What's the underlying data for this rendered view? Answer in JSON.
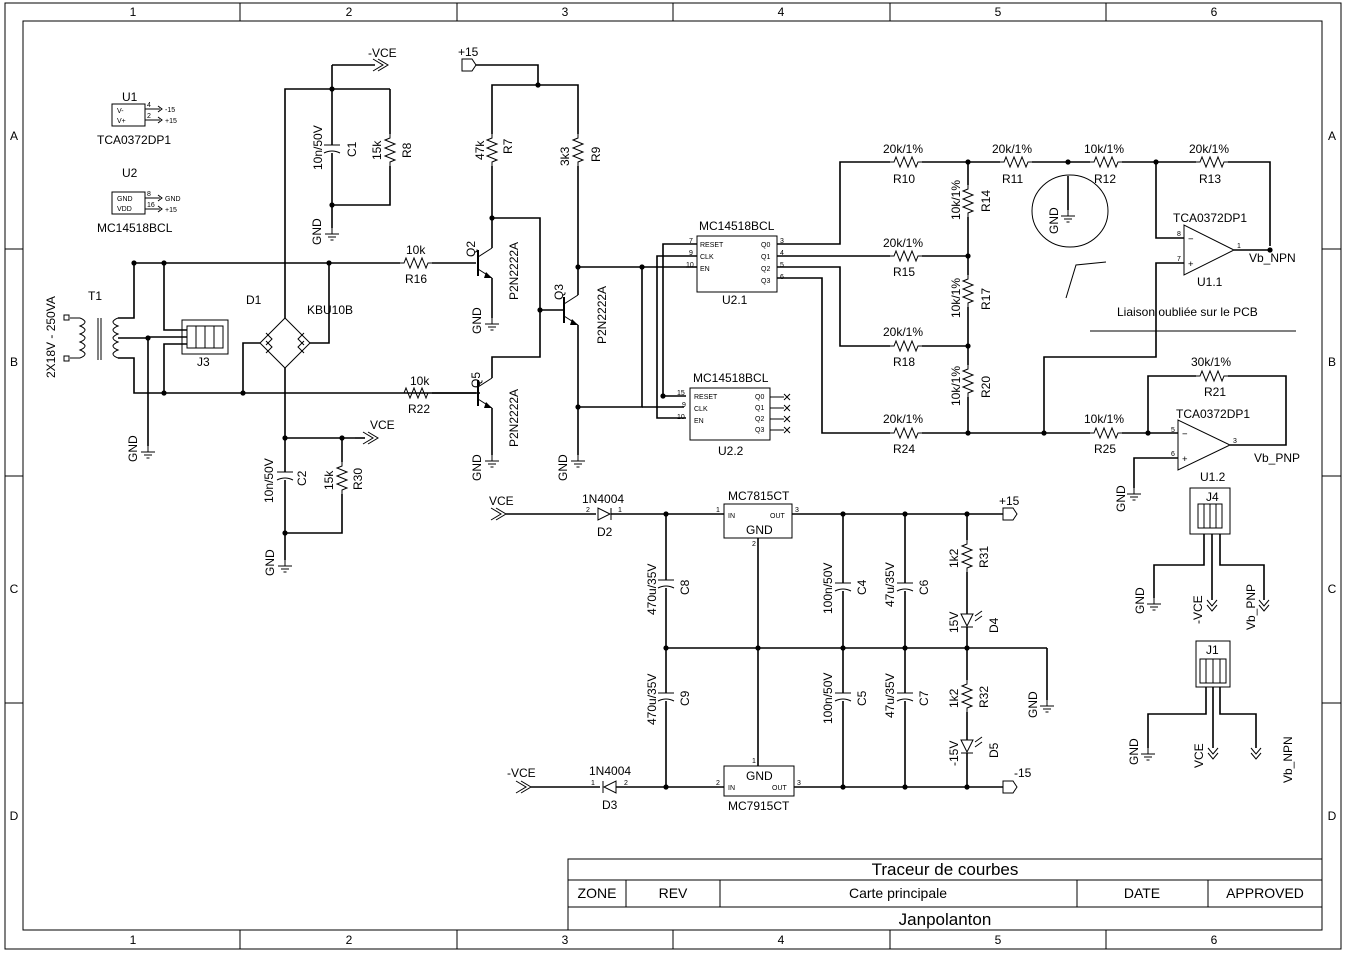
{
  "border": {
    "columns": [
      "1",
      "2",
      "3",
      "4",
      "5",
      "6"
    ],
    "rows": [
      "A",
      "B",
      "C",
      "D"
    ]
  },
  "title_block": {
    "title": "Traceur de courbes",
    "zone_header": "ZONE",
    "rev_header": "REV",
    "description": "Carte principale",
    "date_header": "DATE",
    "approved_header": "APPROVED",
    "author": "Janpolanton"
  },
  "annotation": "Liaison oubliée sur le PCB",
  "power_legend": {
    "u1_ref": "U1",
    "u1_pin4": "V-",
    "u1_pin2": "V+",
    "u1_pin4_num": "4",
    "u1_pin2_num": "2",
    "u1_net_a": "-15",
    "u1_net_b": "+15",
    "u1_part": "TCA0372DP1",
    "u2_ref": "U2",
    "u2_pin8": "GND",
    "u2_pin16": "VDD",
    "u2_pin8_num": "8",
    "u2_pin16_num": "16",
    "u2_net_a": "GND",
    "u2_net_b": "+15",
    "u2_part": "MC14518BCL"
  },
  "nets": {
    "vce": "VCE",
    "mvce": "-VCE",
    "p15": "+15",
    "m15": "-15",
    "gnd": "GND",
    "vb_npn": "Vb_NPN",
    "vb_pnp": "Vb_PNP"
  },
  "components": {
    "t1": {
      "ref": "T1",
      "value": "2X18V - 250VA"
    },
    "d1": {
      "ref": "D1",
      "value": "KBU10B"
    },
    "j3": {
      "ref": "J3"
    },
    "c1": {
      "ref": "C1",
      "value": "10n/50V"
    },
    "r8": {
      "ref": "R8",
      "value": "15k"
    },
    "c2": {
      "ref": "C2",
      "value": "10n/50V"
    },
    "r30": {
      "ref": "R30",
      "value": "15k"
    },
    "r7": {
      "ref": "R7",
      "value": "47k"
    },
    "r9": {
      "ref": "R9",
      "value": "3k3"
    },
    "r16": {
      "ref": "R16",
      "value": "10k"
    },
    "r22": {
      "ref": "R22",
      "value": "10k"
    },
    "q2": {
      "ref": "Q2",
      "value": "P2N2222A"
    },
    "q3": {
      "ref": "Q3",
      "value": "P2N2222A"
    },
    "q5": {
      "ref": "Q5",
      "value": "P2N2222A"
    },
    "u21": {
      "ref": "U2.1",
      "value": "MC14518BCL",
      "pins_left": [
        "RESET",
        "CLK",
        "EN"
      ],
      "pins_right": [
        "Q0",
        "Q1",
        "Q2",
        "Q3"
      ],
      "pin_nums_left": [
        "7",
        "9",
        "10"
      ],
      "pin_nums_right": [
        "3",
        "4",
        "5",
        "6"
      ]
    },
    "u22": {
      "ref": "U2.2",
      "value": "MC14518BCL",
      "pins_left": [
        "RESET",
        "CLK",
        "EN"
      ],
      "pins_right": [
        "Q0",
        "Q1",
        "Q2",
        "Q3"
      ],
      "pin_nums_left": [
        "15",
        "9",
        "10"
      ],
      "pin_nums_right": [
        "",
        "",
        "",
        ""
      ]
    },
    "r10": {
      "ref": "R10",
      "value": "20k/1%"
    },
    "r11": {
      "ref": "R11",
      "value": "20k/1%"
    },
    "r12": {
      "ref": "R12",
      "value": "10k/1%"
    },
    "r13": {
      "ref": "R13",
      "value": "20k/1%"
    },
    "r14": {
      "ref": "R14",
      "value": "10k/1%"
    },
    "r15": {
      "ref": "R15",
      "value": "20k/1%"
    },
    "r17": {
      "ref": "R17",
      "value": "10k/1%"
    },
    "r18": {
      "ref": "R18",
      "value": "20k/1%"
    },
    "r20": {
      "ref": "R20",
      "value": "10k/1%"
    },
    "r21": {
      "ref": "R21",
      "value": "30k/1%"
    },
    "r24": {
      "ref": "R24",
      "value": "20k/1%"
    },
    "r25": {
      "ref": "R25",
      "value": "10k/1%"
    },
    "u11": {
      "ref": "U1.1",
      "value": "TCA0372DP1",
      "pins": [
        "8",
        "7",
        "1"
      ]
    },
    "u12": {
      "ref": "U1.2",
      "value": "TCA0372DP1",
      "pins": [
        "5",
        "6",
        "3"
      ]
    },
    "j4": {
      "ref": "J4"
    },
    "j1": {
      "ref": "J1"
    },
    "d2": {
      "ref": "D2",
      "value": "1N4004",
      "pins": [
        "2",
        "1"
      ]
    },
    "d3": {
      "ref": "D3",
      "value": "1N4004",
      "pins": [
        "1",
        "2"
      ]
    },
    "u7815": {
      "value": "MC7815CT",
      "pin_in": "IN",
      "pin_out": "OUT",
      "pin_gnd": "GND",
      "nums": [
        "1",
        "3",
        "2"
      ]
    },
    "u7915": {
      "value": "MC7915CT",
      "pin_in": "IN",
      "pin_out": "OUT",
      "pin_gnd": "GND",
      "nums": [
        "2",
        "3",
        "1"
      ]
    },
    "c8": {
      "ref": "C8",
      "value": "470u/35V"
    },
    "c9": {
      "ref": "C9",
      "value": "470u/35V"
    },
    "c4": {
      "ref": "C4",
      "value": "100n/50V"
    },
    "c5": {
      "ref": "C5",
      "value": "100n/50V"
    },
    "c6": {
      "ref": "C6",
      "value": "47u/35V"
    },
    "c7": {
      "ref": "C7",
      "value": "47u/35V"
    },
    "r31": {
      "ref": "R31",
      "value": "1k2"
    },
    "r32": {
      "ref": "R32",
      "value": "1k2"
    },
    "d4": {
      "ref": "D4",
      "value": "15V"
    },
    "d5": {
      "ref": "D5",
      "value": "-15V"
    }
  }
}
